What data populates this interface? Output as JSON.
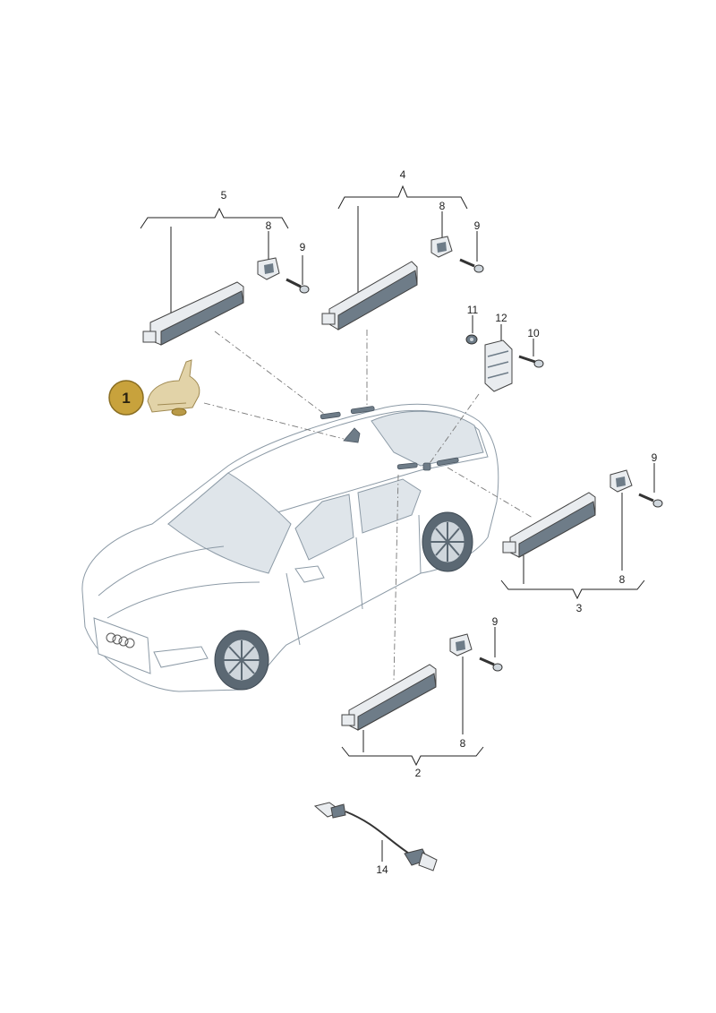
{
  "labels": {
    "badge_1": "1",
    "group_5": "5",
    "group_4": "4",
    "group_3": "3",
    "group_2": "2",
    "part_8_a": "8",
    "part_9_a": "9",
    "part_8_b": "8",
    "part_9_b": "9",
    "part_11": "11",
    "part_12": "12",
    "part_10": "10",
    "part_9_c": "9",
    "part_8_c": "8",
    "part_9_d": "9",
    "part_8_d": "8",
    "part_14": "14"
  },
  "colors": {
    "badge_fill": "#c8a23c",
    "antenna_fill": "#e2d3a8",
    "module_fill": "#e9ecef",
    "module_dark": "#6e7c88"
  },
  "icons": {
    "roof_antenna": "shark-fin-antenna",
    "antenna_module": "antenna-amplifier-module",
    "bracket": "mounting-bracket",
    "screw": "screw",
    "nut": "nut",
    "holder": "module-holder",
    "cable": "antenna-cable"
  }
}
